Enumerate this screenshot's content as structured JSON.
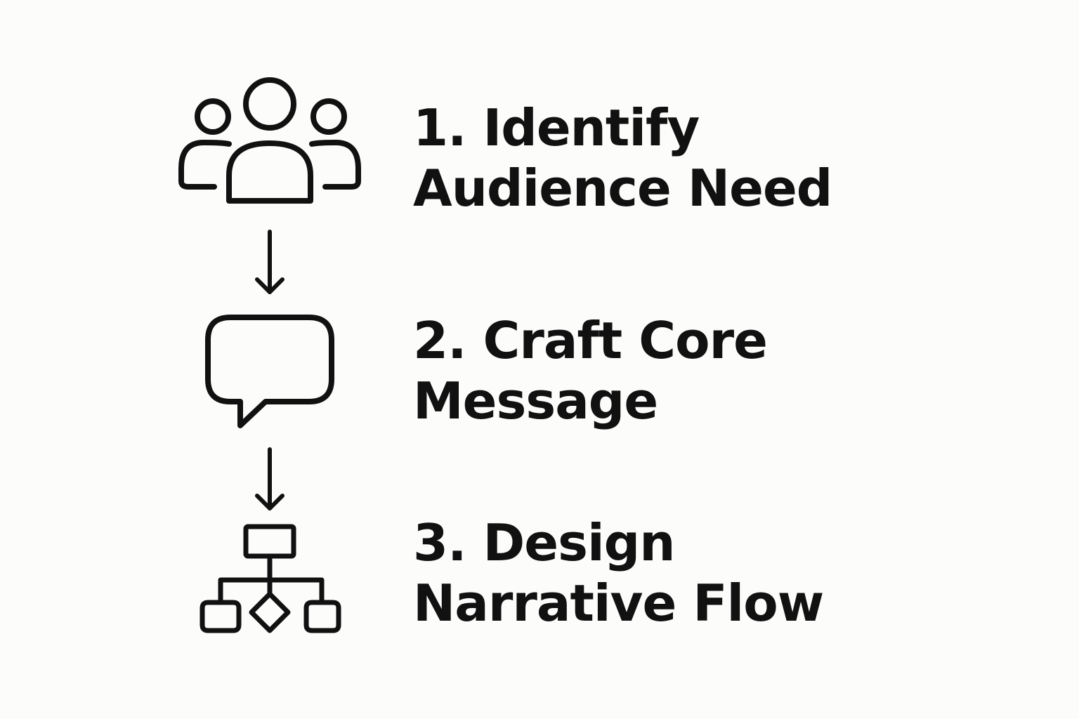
{
  "colors": {
    "background": "#fcfcfa",
    "ink": "#111111"
  },
  "steps": [
    {
      "icon": "audience-icon",
      "lines": [
        "1. Identify",
        "Audience Need"
      ]
    },
    {
      "icon": "speech-bubble-icon",
      "lines": [
        "2. Craft Core",
        "Message"
      ]
    },
    {
      "icon": "flowchart-icon",
      "lines": [
        "3. Design",
        "Narrative Flow"
      ]
    }
  ]
}
